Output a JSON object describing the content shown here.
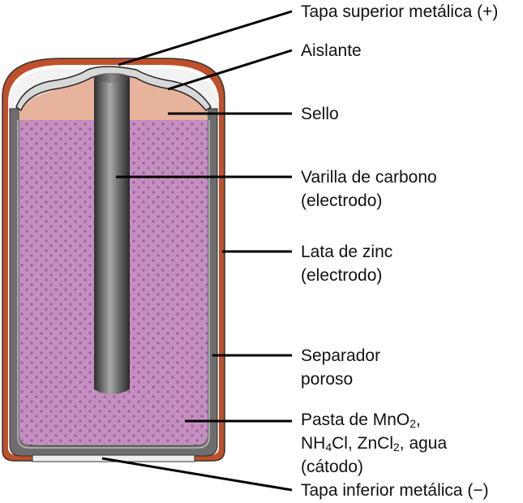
{
  "labels": {
    "tapa_superior": "Tapa superior metálica (+)",
    "aislante": "Aislante",
    "sello": "Sello",
    "varilla": {
      "line1": "Varilla de carbono",
      "line2": "(electrodo)"
    },
    "lata": {
      "line1": "Lata de zinc",
      "line2": "(electrodo)"
    },
    "separador": {
      "line1": "Separador",
      "line2": "poroso"
    },
    "pasta": {
      "l1a": "Pasta de MnO",
      "l1sub": "2",
      "l1b": ",",
      "l2a": "NH",
      "l2sub1": "4",
      "l2b": "Cl, ZnCl",
      "l2sub2": "2",
      "l2c": ", agua",
      "l3": "(cátodo)"
    },
    "tapa_inferior": "Tapa inferior metálica (−)"
  },
  "colors": {
    "outer_shell": "#c0502a",
    "shell_outline": "#333333",
    "can": "#6d6d6d",
    "paste": "#c48fc0",
    "paste_dots": "#9a5e98",
    "seal": "#e8b39c",
    "insulator": "#dcdcdc",
    "rod": "#5a5a5a",
    "leader": "#000000"
  }
}
